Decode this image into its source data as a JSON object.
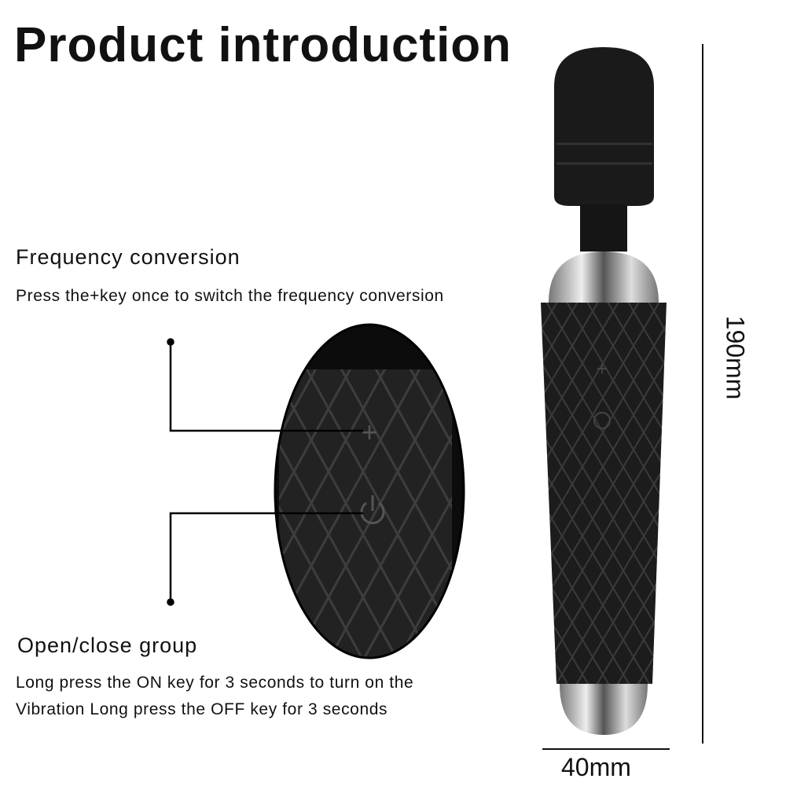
{
  "title": "Product introduction",
  "sections": [
    {
      "heading": "Frequency conversion",
      "text": "Press the+key once to switch the frequency conversion"
    },
    {
      "heading": "Open/close group",
      "text_lines": [
        "Long press the ON key for 3 seconds to turn on the",
        "Vibration Long press the OFF key for 3 seconds"
      ]
    }
  ],
  "dimensions": {
    "height": "190mm",
    "width": "40mm"
  },
  "colors": {
    "body": "#1c1c1c",
    "chrome": "#b8b8b8"
  }
}
